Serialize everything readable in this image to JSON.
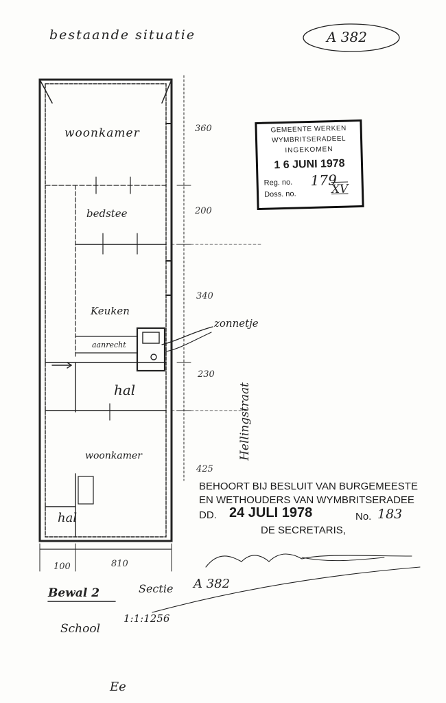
{
  "header": {
    "title": "bestaande situatie",
    "ref_number": "A 382"
  },
  "stamp": {
    "line1": "GEMEENTE WERKEN",
    "line2": "WYMBRITSERADEEL",
    "line3": "INGEKOMEN",
    "date": "1 6 JUNI 1978",
    "reg_label": "Reg. no.",
    "reg_value": "179",
    "doss_label": "Doss. no.",
    "doss_value": "XV"
  },
  "rooms": {
    "woonkamer_top": "woonkamer",
    "bedstee": "bedstee",
    "keuken": "Keuken",
    "aanrecht": "aanrecht",
    "hal_mid": "hal",
    "woonkamer_bottom": "woonkamer",
    "hal_bottom": "hal"
  },
  "annotations": {
    "zonnetje": "zonnetje",
    "street": "Hellingstraat"
  },
  "dimensions": {
    "d1": "360",
    "d2": "200",
    "d3": "340",
    "d4": "230",
    "d5": "425",
    "w1": "100",
    "w2": "810"
  },
  "approval": {
    "line1": "BEHOORT BIJ BESLUIT VAN BURGEMEESTE",
    "line2": "EN WETHOUDERS VAN WYMBRITSERADEE",
    "dd_label": "DD.",
    "date": "24 JULI 1978",
    "no_label": "No.",
    "no_value": "183",
    "secretary": "DE SECRETARIS,"
  },
  "cadastral": {
    "kadaster": "Bewal 2",
    "sectie_label": "Sectie",
    "sectie_value": "A 382",
    "school": "School",
    "scale": "1:1:1256",
    "footer": "Ee"
  }
}
